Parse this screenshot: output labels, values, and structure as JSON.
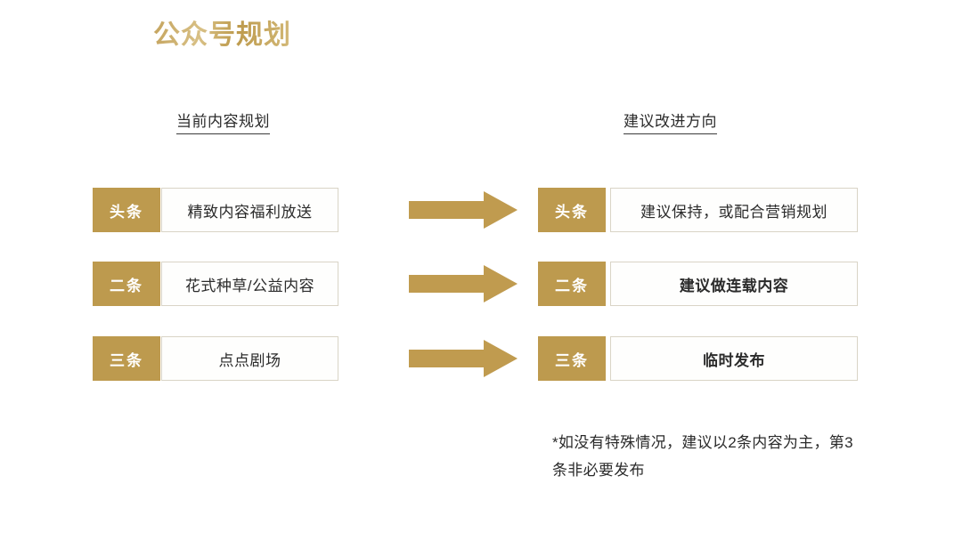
{
  "slide": {
    "title": "公众号规划",
    "title_color": "#c6a862",
    "accent_gold": "#bd9a4e",
    "background": "#ffffff"
  },
  "columns": {
    "left_header": "当前内容规划",
    "right_header": "建议改进方向"
  },
  "current_plan": [
    {
      "tag": "头条",
      "text": "精致内容福利放送",
      "bold": false
    },
    {
      "tag": "二条",
      "text": "花式种草/公益内容",
      "bold": false
    },
    {
      "tag": "三条",
      "text": "点点剧场",
      "bold": false
    }
  ],
  "suggested_plan": [
    {
      "tag": "头条",
      "text": "建议保持，或配合营销规划",
      "bold": false
    },
    {
      "tag": "二条",
      "text": "建议做连载内容",
      "bold": true
    },
    {
      "tag": "三条",
      "text": "临时发布",
      "bold": true
    }
  ],
  "arrows": {
    "count": 3,
    "icon": "right-arrow-icon",
    "color": "#c09b4f"
  },
  "footnote": "*如没有特殊情况，建议以2条内容为主，第3条非必要发布"
}
